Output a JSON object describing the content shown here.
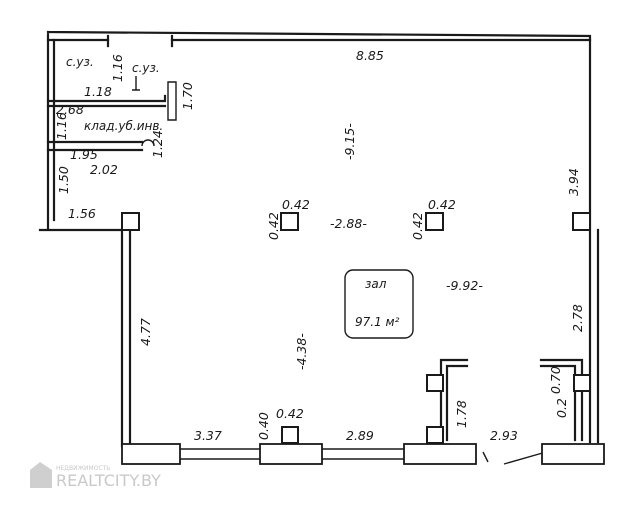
{
  "rooms": {
    "wc_1": "с.уз.",
    "wc_2": "с.уз.",
    "storage": "клад.уб.инв.",
    "hall_name": "зал",
    "hall_area": "97.1 м²"
  },
  "dimensions": {
    "top_width": "8.85",
    "hall_depth": "-9.15-",
    "right_upper": "3.94",
    "right_lower": "2.78",
    "wc_width": "1.18",
    "wc_depth": "1.16",
    "wc2_depth": "1.70",
    "storage_width": "2.68",
    "storage_depth": "1.16",
    "storage_inner": "1.95",
    "storage_door": "1.24",
    "corridor_width": "2.02",
    "corridor_depth": "1.50",
    "entry_width": "1.56",
    "left_wall": "4.77",
    "col_a_size": "0.42",
    "col_a_side": "0.42",
    "col_b_size": "0.42",
    "col_b_side": "0.42",
    "col_span": "-2.88-",
    "hall_width": "-9.92-",
    "col_to_front": "-4.38-",
    "front_seg_1": "3.37",
    "front_col_depth": "0.40",
    "front_col_size": "0.42",
    "front_seg_2": "2.89",
    "pier_depth": "1.78",
    "door_width": "2.93",
    "pier_right": "0.70",
    "pier_right_small": "0.2"
  },
  "watermark": {
    "small": "НЕДВИЖИМОСТЬ",
    "brand": "REALTCITY.BY"
  },
  "colors": {
    "ink": "#1a1a1a",
    "watermark": "#c9c9c9"
  }
}
